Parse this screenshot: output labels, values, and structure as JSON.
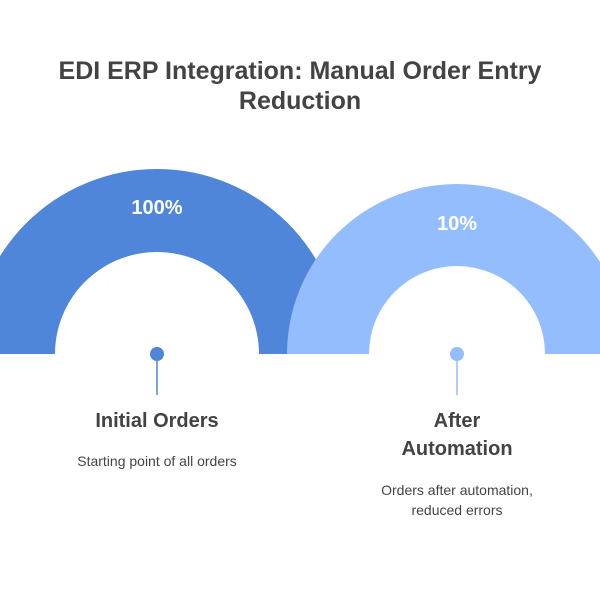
{
  "title": "EDI ERP Integration: Manual Order Entry Reduction",
  "stages": [
    {
      "value": "100%",
      "label": "Initial Orders",
      "description": "Starting point of all orders",
      "color": "#4f86d9"
    },
    {
      "value": "10%",
      "label": "After Automation",
      "description": "Orders after automation, reduced errors",
      "color": "#94bdfd"
    }
  ]
}
